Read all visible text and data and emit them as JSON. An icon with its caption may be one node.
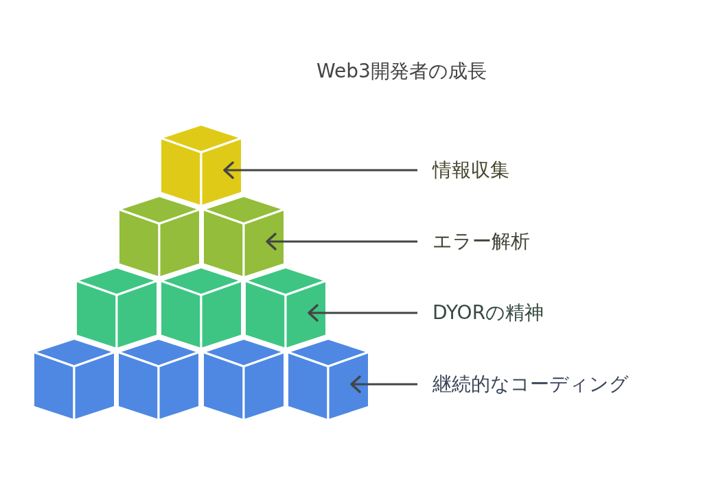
{
  "diagram": {
    "title": "Web3開発者の成長",
    "nodes": [
      {
        "text": [
          "情報収集"
        ]
      },
      {
        "text": [
          "エラー解析"
        ]
      },
      {
        "text": [
          "DYORの精神"
        ]
      },
      {
        "text": [
          "継続的なコーディング"
        ]
      },
      {
        "text": [],
        "shape": "cube"
      },
      {
        "text": [],
        "shape": "cube"
      },
      {
        "text": [],
        "shape": "cube"
      },
      {
        "text": [],
        "shape": "cube"
      }
    ],
    "edges": [
      {
        "from": 0,
        "to": 4,
        "arrow": "to"
      },
      {
        "from": 1,
        "to": 5,
        "arrow": "to"
      },
      {
        "from": 2,
        "to": 6,
        "arrow": "to"
      },
      {
        "from": 3,
        "to": 7,
        "arrow": "to"
      }
    ]
  }
}
